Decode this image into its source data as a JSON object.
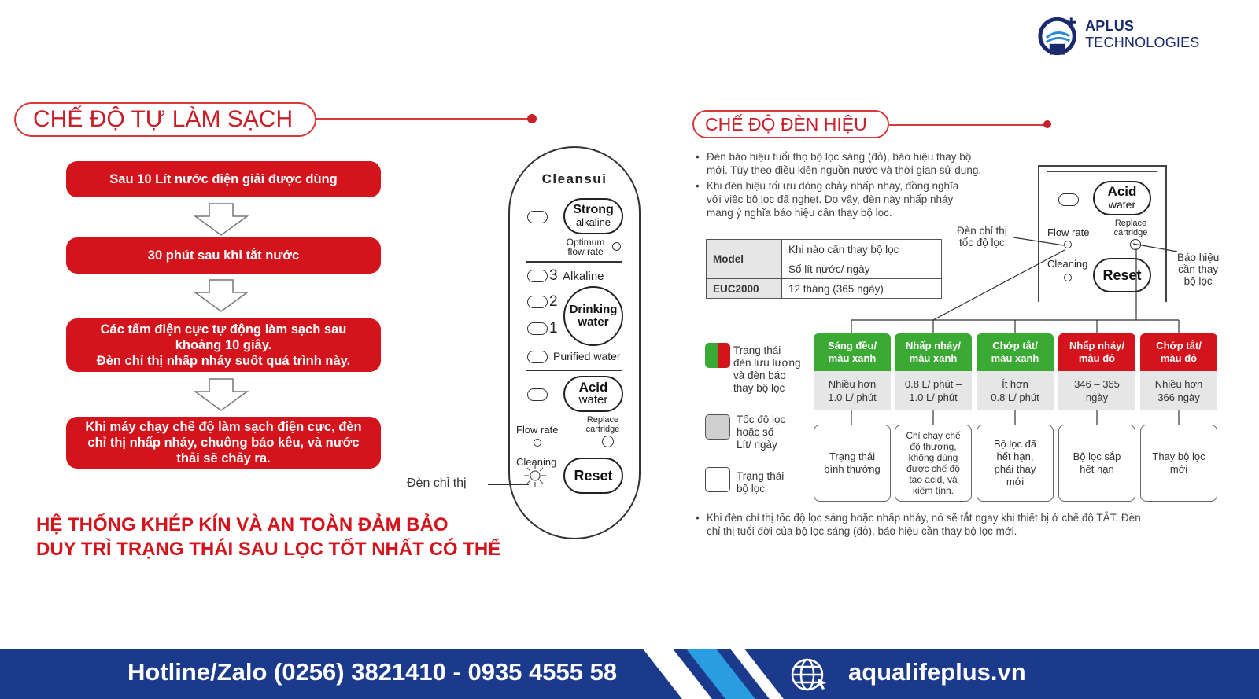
{
  "brand": {
    "name_bold": "APLUS",
    "name_rest": "TECHNOLOGIES",
    "color": "#1a2a6c"
  },
  "left_section": {
    "title": "CHẾ ĐỘ TỰ LÀM SẠCH",
    "steps": [
      "Sau 10 Lít nước điện giải được dùng",
      "30 phút sau khi tắt nước",
      "Các tấm điện cực tự động làm sạch sau khoảng 10 giây.\nĐèn chỉ thị nhấp nháy suốt quá trình này.",
      "Khi máy chạy chế độ làm sạch điện cực, đèn chỉ thị nhấp nháy, chuông báo kêu, và nước thải sẽ chảy ra."
    ],
    "slogan_line1": "HỆ THỐNG KHÉP KÍN VÀ AN TOÀN ĐẢM BẢO",
    "slogan_line2": "DUY TRÌ TRẠNG THÁI SAU LỌC TỐT NHẤT CÓ THỂ"
  },
  "panel": {
    "brand": "Cleansui",
    "strong_line1": "Strong",
    "strong_line2": "alkaline",
    "optimum_line1": "Optimum",
    "optimum_line2": "flow rate",
    "level3": "3",
    "alkaline": "Alkaline",
    "level2": "2",
    "level1": "1",
    "drinking_line1": "Drinking",
    "drinking_line2": "water",
    "purified": "Purified water",
    "acid_line1": "Acid",
    "acid_line2": "water",
    "replace_line1": "Replace",
    "replace_line2": "cartridge",
    "flow_rate": "Flow rate",
    "cleaning": "Cleaning",
    "reset": "Reset",
    "indicator_label": "Đèn chỉ thị"
  },
  "right_section": {
    "title": "CHẾ ĐỘ ĐÈN HIỆU",
    "bullets": [
      "Đèn báo hiệu tuổi thọ bộ lọc sáng (đỏ), báo hiệu thay bộ\nmới. Tùy theo điều kiện nguồn nước và thời gian sử dụng.",
      "Khi đèn hiệu tối ưu dòng chảy nhấp nháy, đồng nghĩa\nvới việc bộ lọc đã nghẹt. Do vậy, đèn này nhấp nháy\nmang ý nghĩa báo hiệu cần thay bộ lọc."
    ],
    "table": {
      "model_label": "Model",
      "when_header": "Khi nào cần thay bộ lọc",
      "liters_header": "Số lít nước/ ngày",
      "model_value": "EUC2000",
      "period_value": "12 tháng (365 ngày)"
    },
    "mini_panel": {
      "acid_line1": "Acid",
      "acid_line2": "water",
      "replace_line1": "Replace",
      "replace_line2": "cartridge",
      "flow_rate": "Flow rate",
      "cleaning": "Cleaning",
      "reset": "Reset",
      "flow_indicator_label": "Đèn chỉ thị\ntốc độ lọc",
      "replace_indicator_label": "Báo hiệu\ncần thay\nbộ lọc"
    },
    "legend": [
      {
        "text": "Trạng thái\nđèn lưu lượng\nvà đèn báo\nthay bộ lọc"
      },
      {
        "text": "Tốc độ lọc\nhoặc số\nLít/ ngày"
      },
      {
        "text": "Trạng thái\nbộ lọc"
      }
    ],
    "statuses": [
      {
        "label": "Sáng đều/\nmàu xanh",
        "value": "Nhiều hơn\n1.0 L/ phút",
        "desc": "Trạng thái\nbình thường",
        "color": "#3aaa35"
      },
      {
        "label": "Nhấp nháy/\nmàu xanh",
        "value": "0.8 L/ phút –\n1.0 L/ phút",
        "desc": "Chỉ chạy chế\nđộ thường,\nkhông dùng\nđược chế độ\ntạo acid, và\nkiềm tính.",
        "color": "#3aaa35"
      },
      {
        "label": "Chớp tắt/\nmàu xanh",
        "value": "Ít hơn\n0.8 L/ phút",
        "desc": "Bộ lọc đã\nhết hạn,\nphải thay\nmới",
        "color": "#3aaa35"
      },
      {
        "label": "Nhấp nháy/\nmàu đỏ",
        "value": "346 – 365\nngày",
        "desc": "Bộ lọc sắp\nhết hạn",
        "color": "#d4141c"
      },
      {
        "label": "Chớp tắt/\nmàu đỏ",
        "value": "Nhiều hơn\n366 ngày",
        "desc": "Thay bộ lọc\nmới",
        "color": "#d4141c"
      }
    ],
    "footnote": "Khi đèn chỉ thị tốc độ lọc sáng hoặc nhấp nháy, nó sẽ tắt ngay khi thiết bị ở chế độ TẮT. Đèn\nchỉ thị tuổi đời của bộ lọc sáng (đỏ), báo hiệu cần thay bộ lọc mới."
  },
  "footer": {
    "hotline": "Hotline/Zalo (0256) 3821410 - 0935 4555 58",
    "website": "aqualifeplus.vn",
    "background": "#1c3a8c"
  }
}
